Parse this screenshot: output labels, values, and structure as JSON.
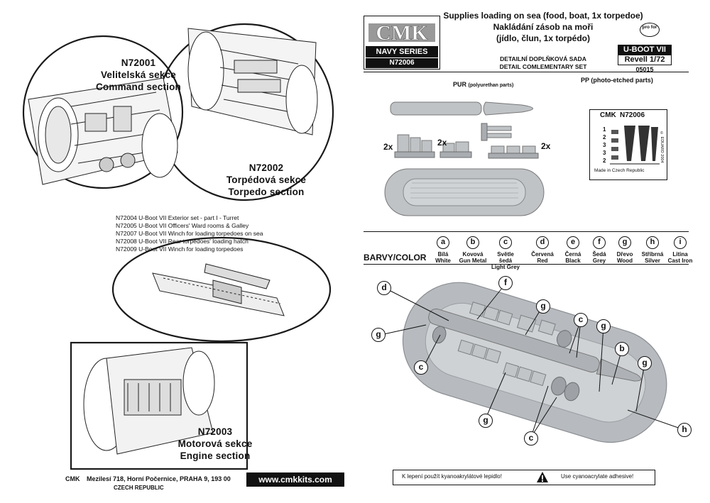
{
  "sections": {
    "command": {
      "code": "N72001",
      "cz": "Velitelská sekce",
      "en": "Command section"
    },
    "torpedo": {
      "code": "N72002",
      "cz": "Torpédová sekce",
      "en": "Torpedo section"
    },
    "engine": {
      "code": "N72003",
      "cz": "Motorová sekce",
      "en": "Engine section"
    }
  },
  "related_sets": [
    "N72004 U-Boot VII Exterior set - part I - Turret",
    "N72005 U-Boot VII Officers' Ward rooms & Galley",
    "N72007 U-Boot VII Winch for loading torpedoes on sea",
    "N72008 U-Boot VII Rear torpedoes' loading hatch",
    "N72009 U-Boot VII Winch for loading torpedoes"
  ],
  "footer": {
    "brand": "CMK",
    "address": "Mezilesí 718, Horní Počernice, PRAHA 9,  193 00",
    "country": "CZECH REPUBLIC",
    "website": "www.cmkkits.com"
  },
  "header": {
    "logo_text": "CMK",
    "series": "NAVY SERIES",
    "code": "N72006",
    "title_en": "Supplies loading on sea (food, boat, 1x torpedoe)",
    "title_cz1": "Nakládání zásob na moři",
    "title_cz2": "(jídlo, člun, 1x torpédo)",
    "subtitle_cz": "DETAILNÍ DOPLŇKOVÁ SADA",
    "subtitle_en": "DETAIL COMLEMENTARY SET",
    "profor": "pro for",
    "kit_name": "U-BOOT VII",
    "kit_scale": "Revell 1/72",
    "kit_number": "05015"
  },
  "parts": {
    "pur_label": "PUR",
    "pur_note": "(polyurethan parts)",
    "pp_label": "PP (photo-etched parts)",
    "qty1": "2x",
    "qty2": "2x",
    "qty3": "2x",
    "fret_brand": "CMK",
    "fret_code": "N72006",
    "fret_made": "Made in Czech Republic",
    "fret_copy": "© EDUARD 2004",
    "fret_numbers": [
      "1",
      "2",
      "3",
      "3",
      "2"
    ]
  },
  "colors_label": "BARVY/COLOR",
  "colors": [
    {
      "letter": "a",
      "cz": "Bílá",
      "en": "White",
      "hex": "#ffffff"
    },
    {
      "letter": "b",
      "cz": "Kovová",
      "en": "Gun Metal",
      "hex": "#5a5e62"
    },
    {
      "letter": "c",
      "cz": "Světle šedá",
      "en": "Light Grey",
      "hex": "#c8cacc"
    },
    {
      "letter": "d",
      "cz": "Červená",
      "en": "Red",
      "hex": "#b02020"
    },
    {
      "letter": "e",
      "cz": "Černá",
      "en": "Black",
      "hex": "#111111"
    },
    {
      "letter": "f",
      "cz": "Šedá",
      "en": "Grey",
      "hex": "#8c9094"
    },
    {
      "letter": "g",
      "cz": "Dřevo",
      "en": "Wood",
      "hex": "#9a7040"
    },
    {
      "letter": "h",
      "cz": "Stříbrná",
      "en": "Silver",
      "hex": "#b8bcc0"
    },
    {
      "letter": "i",
      "cz": "Litina",
      "en": "Cast Iron",
      "hex": "#3c3c3c"
    }
  ],
  "callouts": [
    "d",
    "f",
    "g",
    "g",
    "c",
    "c",
    "g",
    "b",
    "g",
    "g",
    "c",
    "h"
  ],
  "warning": {
    "cz": "K lepení použít kyanoakrylátové lepidlo!",
    "en": "Use cyanoacrylate adhesive!"
  }
}
